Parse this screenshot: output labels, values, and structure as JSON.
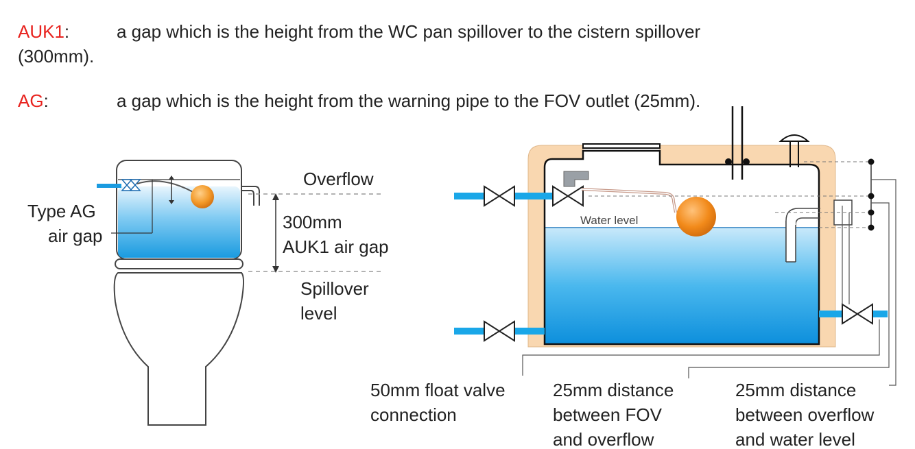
{
  "definitions": [
    {
      "term": "AUK1",
      "colon": ":",
      "text": "a gap which is the height from the WC pan spillover to the cistern spillover",
      "text2": "(300mm)."
    },
    {
      "term": "AG",
      "colon": ":",
      "text": "a gap which is the height from the warning pipe to the FOV outlet (25mm)."
    }
  ],
  "left_diagram": {
    "type_ag_line1": "Type AG",
    "type_ag_line2": "air gap",
    "overflow": "Overflow",
    "height_line1": "300mm",
    "height_line2": "AUK1 air gap",
    "spillover_line1": "Spillover",
    "spillover_line2": "level"
  },
  "right_diagram": {
    "water_level": "Water level",
    "label_float_valve_line1": "50mm float valve",
    "label_float_valve_line2": "connection",
    "label_fov_line1": "25mm distance",
    "label_fov_line2": "between FOV",
    "label_fov_line3": "and overflow",
    "label_water_line1": "25mm distance",
    "label_water_line2": "between overflow",
    "label_water_line3": "and water level"
  },
  "colors": {
    "term_red": "#e8231f",
    "water_blue": "#1aa7e8",
    "tank_wall": "#f9d7b0",
    "float_orange": "#f28a1a"
  }
}
